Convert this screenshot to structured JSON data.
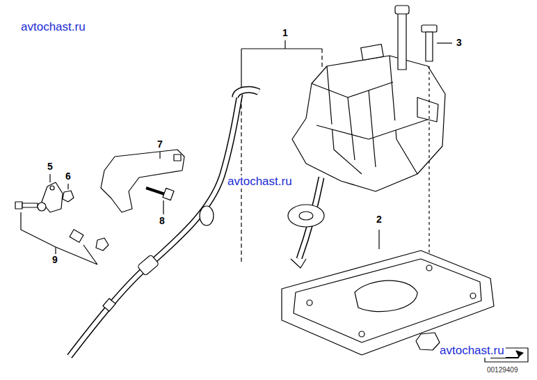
{
  "diagram": {
    "labels": [
      "avtochast.ru",
      "1",
      "3",
      "avtochast.ru",
      "7",
      "5",
      "6",
      "2",
      "8",
      "9",
      "avtochast.ru",
      "00129409"
    ]
  }
}
